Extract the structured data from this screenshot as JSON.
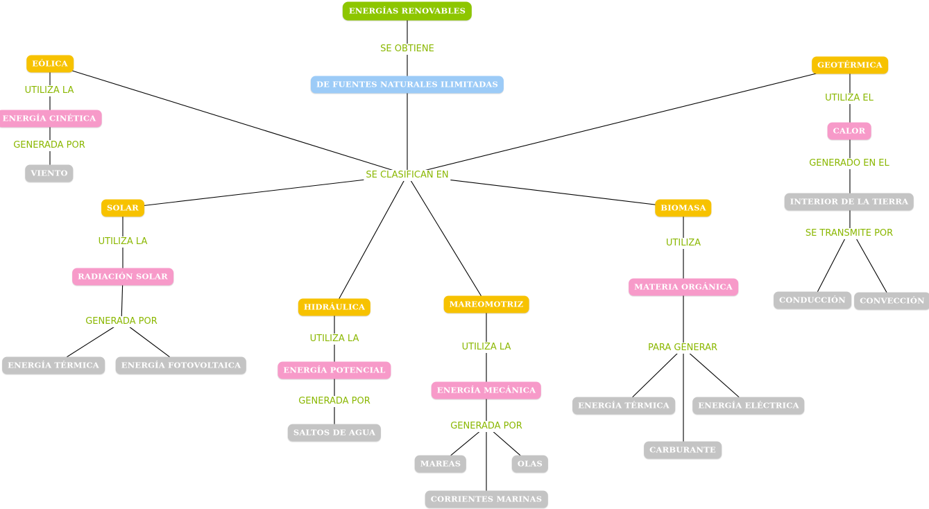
{
  "title": "ENERGÍAS RENOVABLES",
  "root_link": "SE OBTIENE",
  "source": "DE FUENTES NATURALES ILIMITADAS",
  "hub": "SE CLASIFICAN EN",
  "colors": {
    "root": "#8dc600",
    "source": "#9ccbf7",
    "type": "#f7c200",
    "resource": "#f79ac9",
    "detail": "#c4c4c4",
    "link_text": "#8ab700"
  },
  "eolica": {
    "name": "EÓLICA",
    "link1": "UTILIZA LA",
    "resource": "ENERGÍA CINÉTICA",
    "link2": "GENERADA POR",
    "item": "VIENTO"
  },
  "solar": {
    "name": "SOLAR",
    "link1": "UTILIZA LA",
    "resource": "RADIACIÓN SOLAR",
    "link2": "GENERADA POR",
    "item1": "ENERGÍA TÉRMICA",
    "item2": "ENERGÍA FOTOVOLTAICA"
  },
  "hidraulica": {
    "name": "HIDRÁULICA",
    "link1": "UTILIZA LA",
    "resource": "ENERGÍA POTENCIAL",
    "link2": "GENERADA POR",
    "item": "SALTOS DE AGUA"
  },
  "mareomotriz": {
    "name": "MAREOMOTRIZ",
    "link1": "UTILIZA LA",
    "resource": "ENERGÍA MECÁNICA",
    "link2": "GENERADA POR",
    "item1": "MAREAS",
    "item2": "OLAS",
    "item3": "CORRIENTES MARINAS"
  },
  "biomasa": {
    "name": "BIOMASA",
    "link1": "UTILIZA",
    "resource": "MATERIA ORGÁNICA",
    "link2": "PARA GENERAR",
    "item1": "ENERGÍA TÉRMICA",
    "item2": "ENERGÍA ELÉCTRICA",
    "item3": "CARBURANTE"
  },
  "geotermica": {
    "name": "GEOTÉRMICA",
    "link1": "UTILIZA EL",
    "resource": "CALOR",
    "link2": "GENERADO EN EL",
    "detail": "INTERIOR DE LA TIERRA",
    "link3": "SE TRANSMITE POR",
    "item1": "CONDUCCIÓN",
    "item2": "CONVECCIÓN"
  }
}
